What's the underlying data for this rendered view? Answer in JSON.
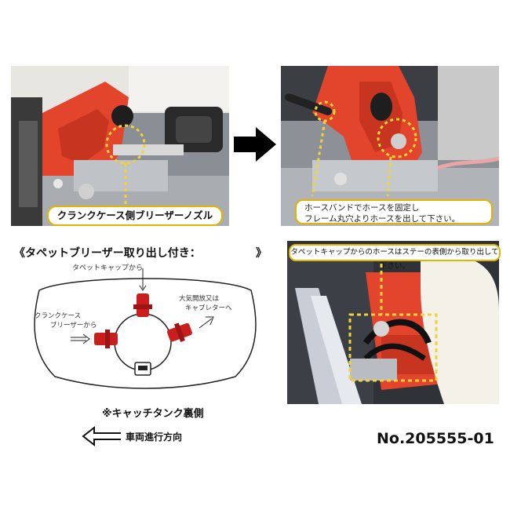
{
  "photos": {
    "top_left_caption": "クランクケース側ブリーザーノズル",
    "top_right_caption_line1": "ホースバンドでホースを固定し",
    "top_right_caption_line2": "フレーム丸穴よりホースを出して下さい。",
    "bottom_right_caption": "タペットキャップからのホースはステーの表側から取り出して下さい。"
  },
  "diagram": {
    "heading": "《タペットブリーザー取り出し付き：",
    "heading_close": "》",
    "tappet_label": "タペットキャップから",
    "atmosphere_label_line1": "大気開放又は",
    "atmosphere_label_line2": "キャブレターへ",
    "crankcase_label_line1": "クランクケース",
    "crankcase_label_line2": "ブリーザーから"
  },
  "notes": {
    "catch_tank_back": "※キャッチタンク裏側",
    "vehicle_direction": "車両進行方向"
  },
  "part_number": "No.205555-01",
  "colors": {
    "accent_yellow": "#e0b400",
    "frame_red": "#e2452c",
    "nozzle_red": "#c81e1e"
  }
}
